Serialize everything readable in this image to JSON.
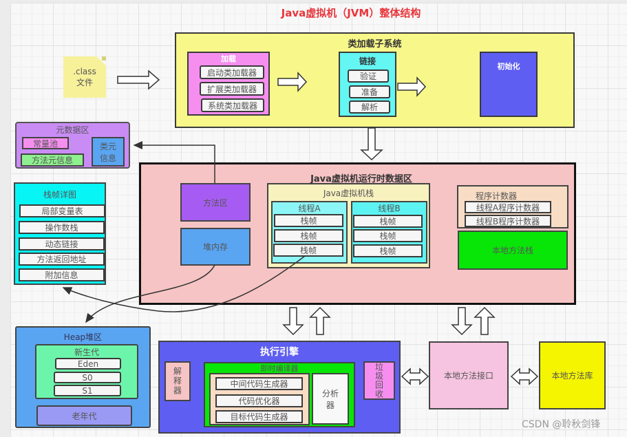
{
  "title": "Java虚拟机（JVM）整体结构",
  "class_file": {
    "line1": ".class",
    "line2": "文件"
  },
  "class_loader": {
    "title": "类加载子系统",
    "loading": {
      "title": "加载",
      "items": [
        "启动类加载器",
        "扩展类加载器",
        "系统类加载器"
      ]
    },
    "linking": {
      "title": "链接",
      "items": [
        "验证",
        "准备",
        "解析"
      ]
    },
    "init": {
      "title": "初始化"
    }
  },
  "metaspace": {
    "title": "元数据区",
    "constant_pool": "常量池",
    "method_meta": "方法元信息",
    "class_meta": "类元信息"
  },
  "stack_frame_detail": {
    "title": "栈帧详图",
    "items": [
      "局部变量表",
      "操作数栈",
      "动态链接",
      "方法返回地址",
      "附加信息"
    ]
  },
  "runtime": {
    "title": "Java虚拟机运行时数据区",
    "method_area": "方法区",
    "heap": "堆内存",
    "jvm_stack": {
      "title": "Java虚拟机栈",
      "threads": [
        {
          "name": "线程A",
          "frames": [
            "栈帧",
            "栈帧",
            "栈帧"
          ]
        },
        {
          "name": "线程B",
          "frames": [
            "栈帧",
            "栈帧",
            "栈帧"
          ]
        }
      ]
    },
    "pc": {
      "title": "程序计数器",
      "items": [
        "线程A程序计数器",
        "线程B程序计数器"
      ]
    },
    "native_stack": "本地方法栈"
  },
  "heap_detail": {
    "title": "Heap堆区",
    "young": {
      "title": "新生代",
      "items": [
        "Eden",
        "S0",
        "S1"
      ]
    },
    "old": "老年代"
  },
  "exec_engine": {
    "title": "执行引擎",
    "interpreter": "解释器",
    "jit": {
      "title": "即时编译器",
      "items": [
        "中间代码生成器",
        "代码优化器",
        "目标代码生成器"
      ],
      "analyzer": "分析器"
    },
    "gc": "垃圾回收"
  },
  "native_interface": "本地方法接口",
  "native_library": "本地方法库",
  "watermark": "CSDN @聆秋剑锋",
  "colors": {
    "title": "#e8363c",
    "class_loader_bg": "#f7f78a",
    "loading_bg": "#f68ef0",
    "linking_bg": "#63f6f3",
    "init_bg": "#5e5ef2",
    "metaspace_bg": "#c98cf5",
    "constant_pool_bg": "#f68ef0",
    "method_meta_bg": "#8ef08e",
    "class_meta_bg": "#5aa5f2",
    "stack_detail_bg": "#08f5f5",
    "runtime_bg": "#f6c4c4",
    "method_area_bg": "#a65cf2",
    "heap_bg": "#5aa5f2",
    "jvm_stack_bg": "#f8f2bf",
    "thread_a_bg": "#8cf6f6",
    "thread_b_bg": "#5ef3f3",
    "pc_bg": "#f8dcc4",
    "native_stack_bg": "#08e608",
    "heap_detail_bg": "#5aa5f2",
    "young_bg": "#6cf5aa",
    "old_bg": "#9a9af5",
    "exec_bg": "#5e5ef2",
    "interpreter_bg": "#f6c4c4",
    "jit_bg": "#08e608",
    "jit_inner_bg": "#f8dcc4",
    "gc_bg": "#f68ef0",
    "native_interface_bg": "#f6c4e0",
    "native_library_bg": "#f5f500"
  }
}
